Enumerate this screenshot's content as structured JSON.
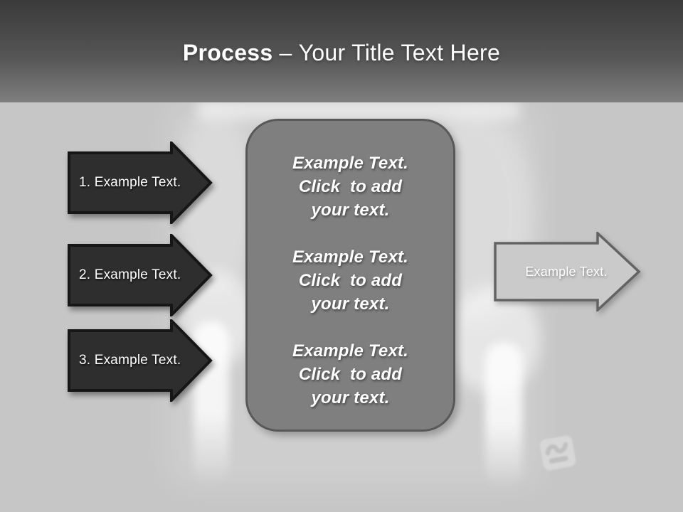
{
  "slide": {
    "title": {
      "emphasis": "Process",
      "separator": "–",
      "rest": "Your Title Text Here"
    },
    "steps": [
      {
        "label": "1. Example Text."
      },
      {
        "label": "2. Example Text."
      },
      {
        "label": "3. Example Text."
      }
    ],
    "content_box": {
      "blocks": [
        "Example Text.\nClick  to add\nyour text.",
        "Example Text.\nClick  to add\nyour text.",
        "Example Text.\nClick  to add\nyour text."
      ]
    },
    "output_arrow": {
      "label": "Example Text."
    },
    "background_image": "hip-pelvis-xray",
    "watermark_icon": "logo-badge",
    "colors": {
      "header_top": "#3a3a3a",
      "header_bottom": "#7f7f7f",
      "body_bg": "#c6c6c6",
      "step_arrow_fill": "#2e2e2e",
      "step_arrow_outline": "#161616",
      "box_fill": "#7f7f7f",
      "box_border": "#585858",
      "output_arrow_fill": "#cacaca",
      "output_arrow_outline": "#636363",
      "text": "#ffffff"
    }
  }
}
